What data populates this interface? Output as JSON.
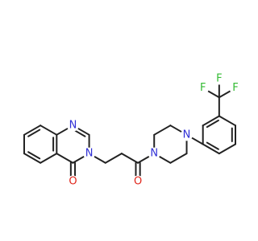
{
  "molecule": {
    "atom_labels": {
      "n1": "N",
      "n3": "N",
      "o4": "O",
      "o_amide": "O",
      "n_pip1": "N",
      "n_pip4": "N",
      "f1": "F",
      "f2": "F",
      "f3": "F"
    },
    "colors": {
      "bond": "#222222",
      "nitrogen": "#2f2fd6",
      "oxygen": "#e0261b",
      "fluorine": "#33bb33"
    }
  }
}
